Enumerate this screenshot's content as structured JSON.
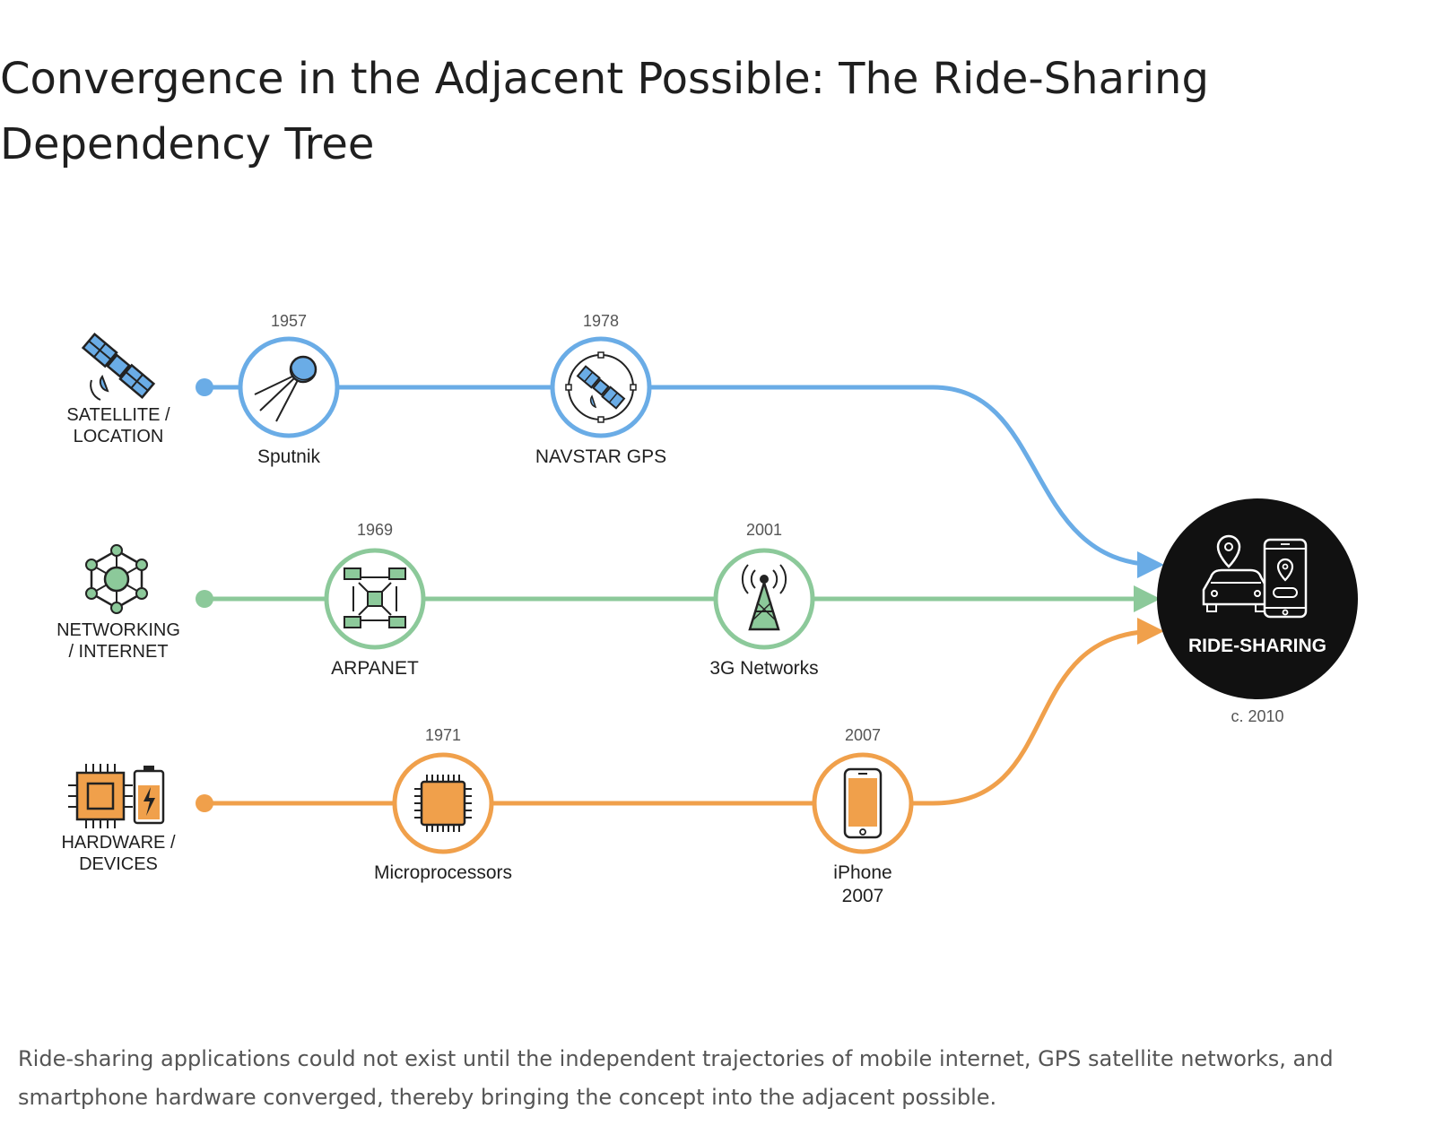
{
  "title": "Convergence in the Adjacent Possible: The Ride-Sharing Dependency Tree",
  "caption": "Ride-sharing applications could not exist until the independent trajectories of mobile internet, GPS satellite networks, and smartphone hardware converged, thereby bringing the concept into the adjacent possible.",
  "colors": {
    "satellite": "#6aace6",
    "networking": "#8cc99a",
    "hardware": "#f0a04b",
    "hub": "#111111"
  },
  "tracks": [
    {
      "id": "satellite",
      "label_line1": "SATELLITE /",
      "label_line2": "LOCATION",
      "icon": "satellite-icon",
      "nodes": [
        {
          "year": "1957",
          "name": "Sputnik",
          "icon": "sputnik-icon"
        },
        {
          "year": "1978",
          "name": "NAVSTAR GPS",
          "icon": "gps-satellite-icon"
        }
      ]
    },
    {
      "id": "networking",
      "label_line1": "NETWORKING",
      "label_line2": "/ INTERNET",
      "icon": "network-hub-icon",
      "nodes": [
        {
          "year": "1969",
          "name": "ARPANET",
          "icon": "arpanet-icon"
        },
        {
          "year": "2001",
          "name": "3G Networks",
          "icon": "cell-tower-icon"
        }
      ]
    },
    {
      "id": "hardware",
      "label_line1": "HARDWARE /",
      "label_line2": "DEVICES",
      "icon": "chip-battery-icon",
      "nodes": [
        {
          "year": "1971",
          "name": "Microprocessors",
          "icon": "microchip-icon"
        },
        {
          "year": "2007",
          "name": "iPhone",
          "name_line2": "2007",
          "icon": "smartphone-icon"
        }
      ]
    }
  ],
  "hub": {
    "label": "RIDE-SHARING",
    "date": "c. 2010",
    "icon": "car-phone-location-icon"
  }
}
